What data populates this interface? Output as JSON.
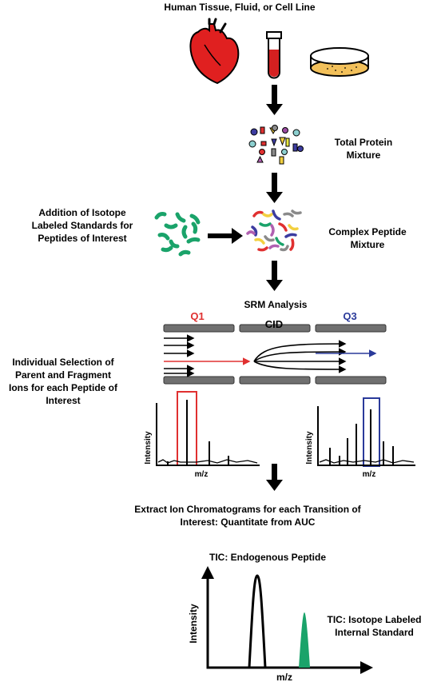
{
  "header": {
    "title": "Human Tissue, Fluid, or Cell Line"
  },
  "steps": {
    "protein_mixture": [
      "Total Protein",
      "Mixture"
    ],
    "peptide_mixture": [
      "Complex Peptide",
      "Mixture"
    ],
    "isotope_standards": [
      "Addition of Isotope",
      "Labeled Standards for",
      "Peptides of Interest"
    ],
    "srm": "SRM  Analysis",
    "selection": [
      "Individual Selection of",
      "Parent and Fragment",
      "Ions for each Peptide of",
      "Interest"
    ],
    "extract": [
      "Extract Ion Chromatograms for each Transition of",
      "Interest: Quantitate from AUC"
    ]
  },
  "quadrupoles": {
    "q1": "Q1",
    "cid": "CID",
    "q3": "Q3"
  },
  "spectra": {
    "left": {
      "ylabel": "Intensity",
      "xlabel": "m/z"
    },
    "right": {
      "ylabel": "Intensity",
      "xlabel": "m/z"
    }
  },
  "tic": {
    "endogenous_label": "TIC: Endogenous Peptide",
    "standard_label": [
      "TIC: Isotope Labeled",
      "Internal Standard"
    ],
    "ylabel": "Intensity",
    "xlabel": "m/z"
  },
  "colors": {
    "heart": "#e02020",
    "blood": "#d42020",
    "q1": "#e03030",
    "q3": "#2a3a9a",
    "standard_green": "#1aa36a",
    "dish": "#f2c05a"
  },
  "icons": [
    "heart-icon",
    "blood-tube-icon",
    "petri-dish-icon",
    "protein-mixture-icon",
    "peptide-mixture-icon",
    "isotope-standards-icon"
  ]
}
